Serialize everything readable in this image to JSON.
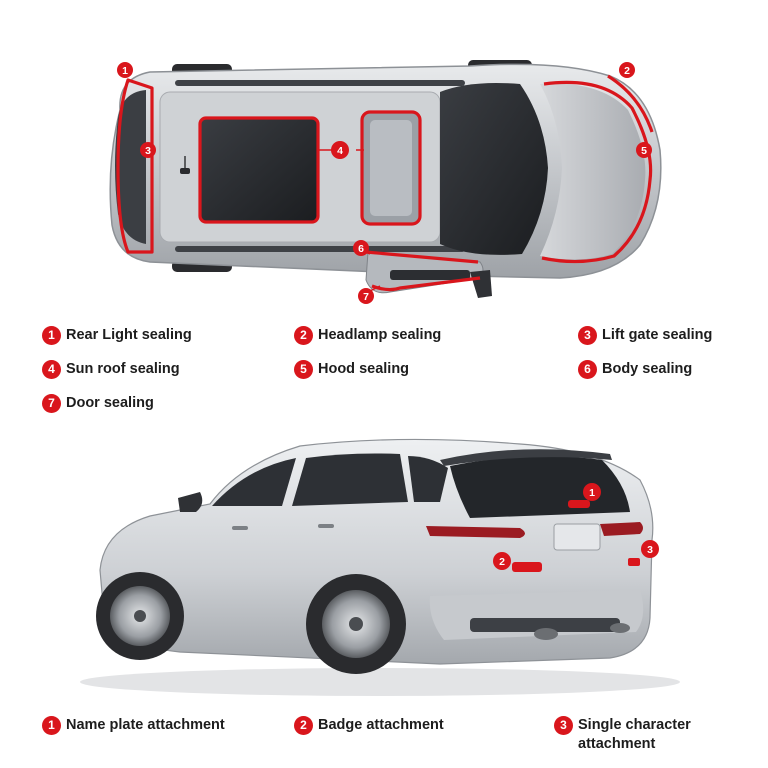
{
  "colors": {
    "accent": "#d9161c",
    "text": "#1d1d1d",
    "body_silver": "#c9ccd0"
  },
  "top_view": {
    "legend": [
      {
        "num": "1",
        "label": "Rear Light sealing"
      },
      {
        "num": "2",
        "label": "Headlamp sealing"
      },
      {
        "num": "3",
        "label": "Lift gate sealing"
      },
      {
        "num": "4",
        "label": "Sun roof sealing"
      },
      {
        "num": "5",
        "label": "Hood sealing"
      },
      {
        "num": "6",
        "label": "Body sealing"
      },
      {
        "num": "7",
        "label": "Door sealing"
      }
    ]
  },
  "rear_view": {
    "legend": [
      {
        "num": "1",
        "label": "Name plate attachment"
      },
      {
        "num": "2",
        "label": "Badge attachment"
      },
      {
        "num": "3",
        "label": "Single character attachment"
      }
    ]
  }
}
